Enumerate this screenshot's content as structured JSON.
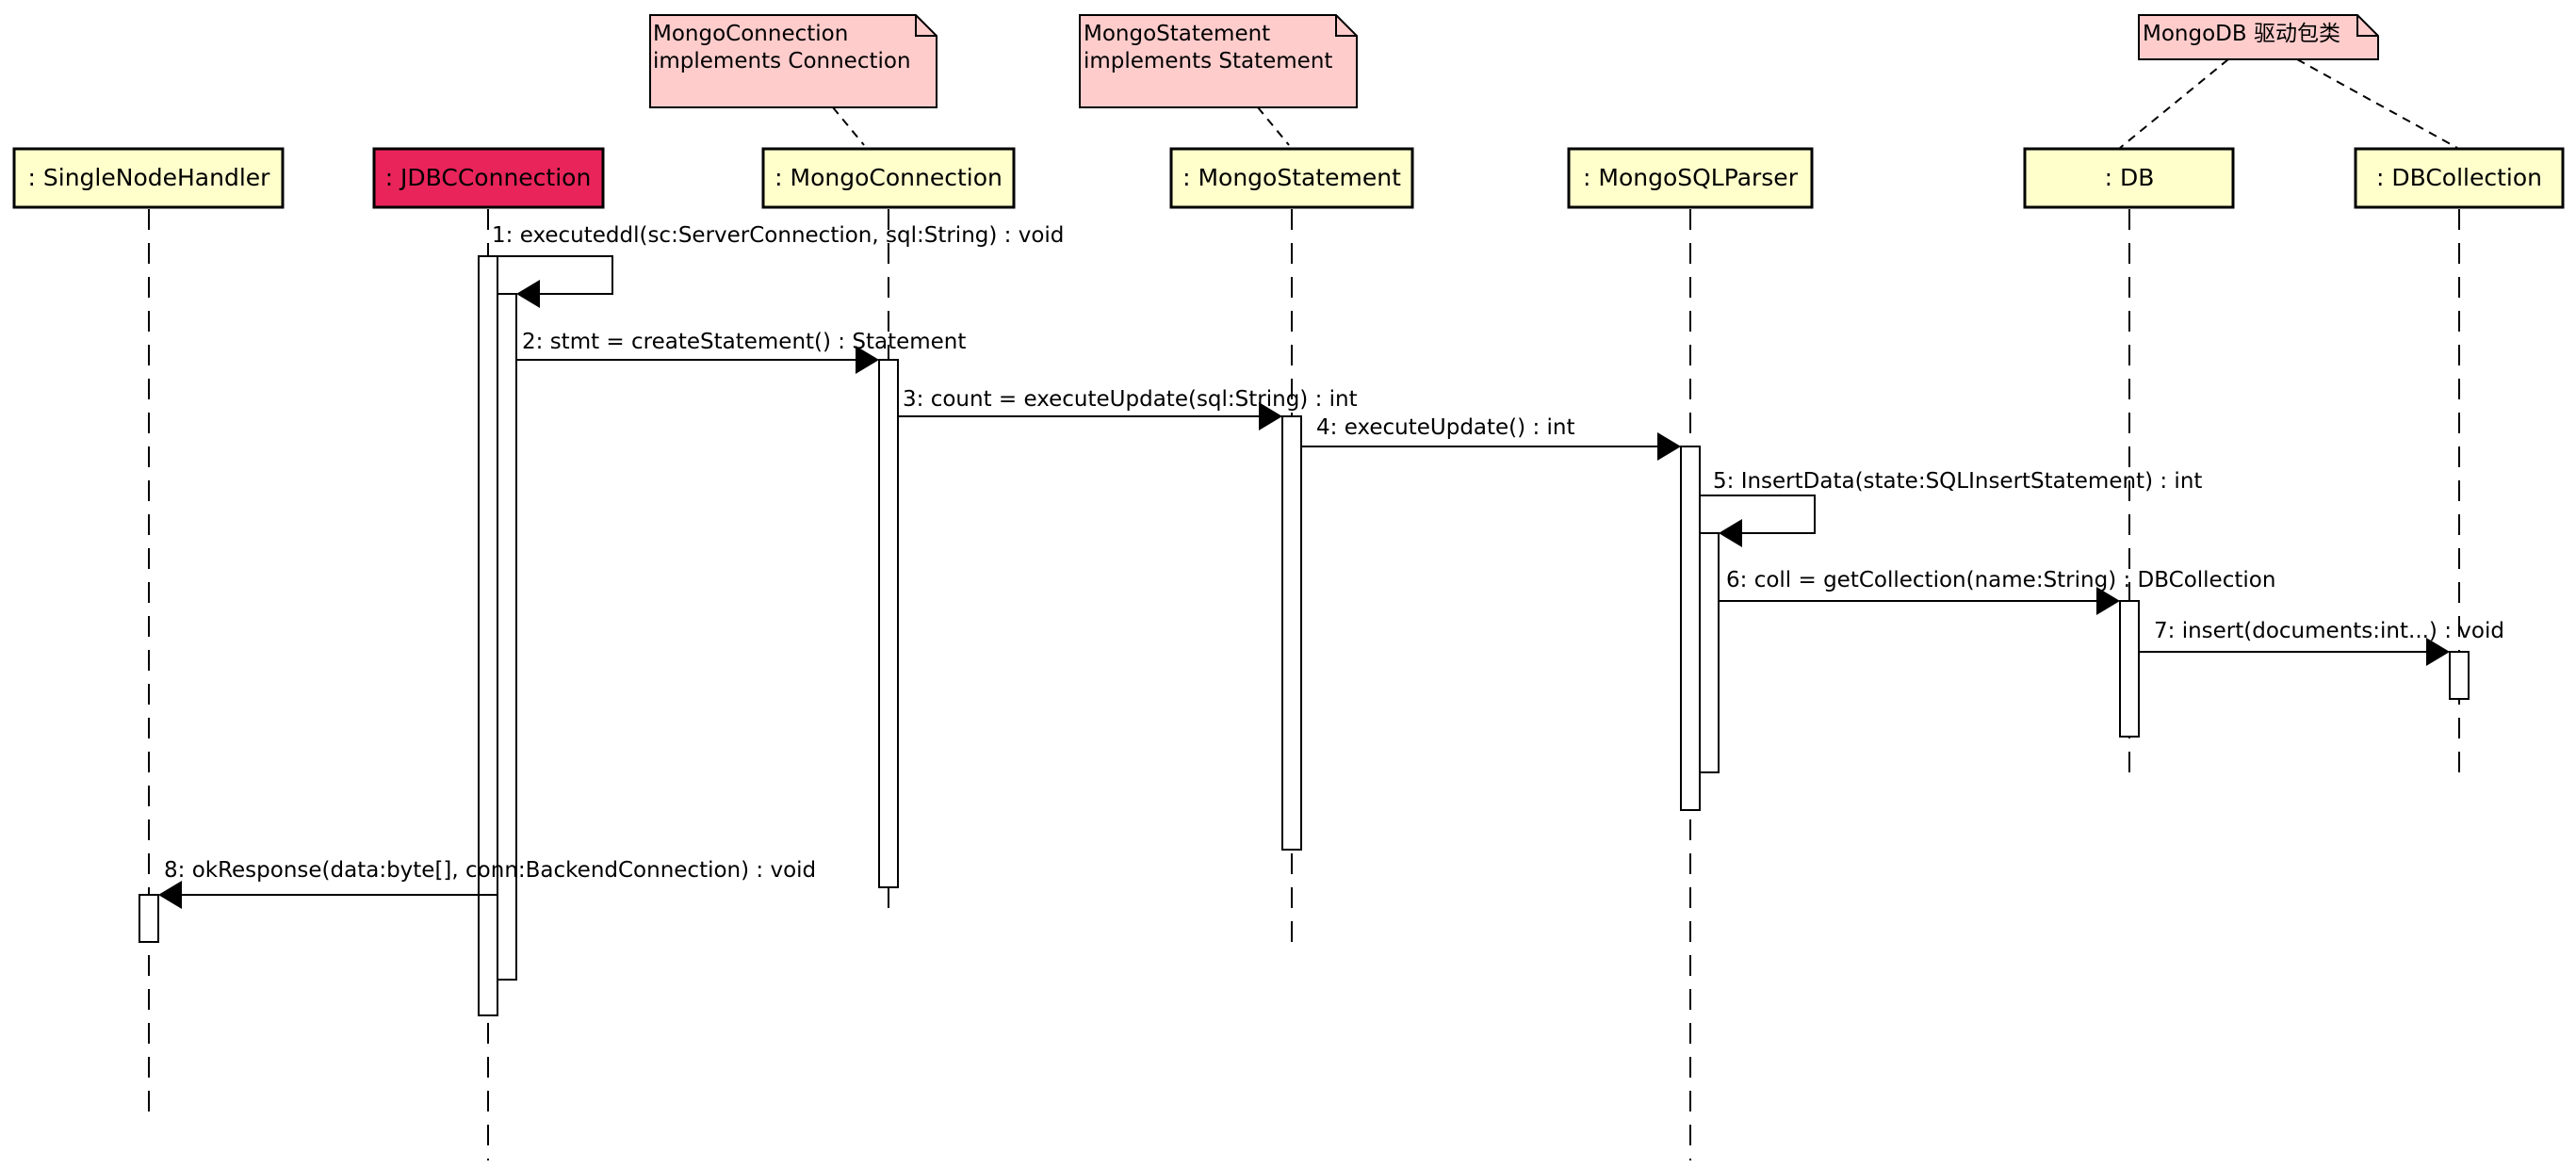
{
  "lifelines": [
    {
      "id": "handler",
      "label": ": SingleNodeHandler"
    },
    {
      "id": "jdbc",
      "label": ": JDBCConnection",
      "highlight": true
    },
    {
      "id": "mconn",
      "label": ": MongoConnection"
    },
    {
      "id": "mstmt",
      "label": ": MongoStatement"
    },
    {
      "id": "parser",
      "label": ": MongoSQLParser"
    },
    {
      "id": "db",
      "label": ": DB"
    },
    {
      "id": "dbcoll",
      "label": ": DBCollection"
    }
  ],
  "notes": [
    {
      "id": "note-mongo-connection",
      "lines": [
        "MongoConnection",
        "implements Connection"
      ]
    },
    {
      "id": "note-mongo-statement",
      "lines": [
        "MongoStatement",
        "implements Statement"
      ]
    },
    {
      "id": "note-mongodb-driver",
      "lines": [
        "MongoDB 驱动包类"
      ]
    }
  ],
  "messages": [
    {
      "n": 1,
      "label": "1: executeddl(sc:ServerConnection, sql:String) : void",
      "from": "jdbc",
      "to": "jdbc",
      "self": true
    },
    {
      "n": 2,
      "label": "2: stmt = createStatement() : Statement",
      "from": "jdbc",
      "to": "mconn"
    },
    {
      "n": 3,
      "label": "3: count = executeUpdate(sql:String) : int",
      "from": "mconn",
      "to": "mstmt"
    },
    {
      "n": 4,
      "label": "4: executeUpdate() : int",
      "from": "mstmt",
      "to": "parser"
    },
    {
      "n": 5,
      "label": "5: InsertData(state:SQLInsertStatement) : int",
      "from": "parser",
      "to": "parser",
      "self": true
    },
    {
      "n": 6,
      "label": "6: coll = getCollection(name:String) : DBCollection",
      "from": "parser",
      "to": "db"
    },
    {
      "n": 7,
      "label": "7: insert(documents:int...) : void",
      "from": "db",
      "to": "dbcoll"
    },
    {
      "n": 8,
      "label": "8: okResponse(data:byte[], conn:BackendConnection) : void",
      "from": "jdbc",
      "to": "handler"
    }
  ],
  "colors": {
    "lifeline_box": "#ffffcc",
    "highlight_box": "#e8245a",
    "note": "#ffcccc",
    "line": "#000000"
  }
}
